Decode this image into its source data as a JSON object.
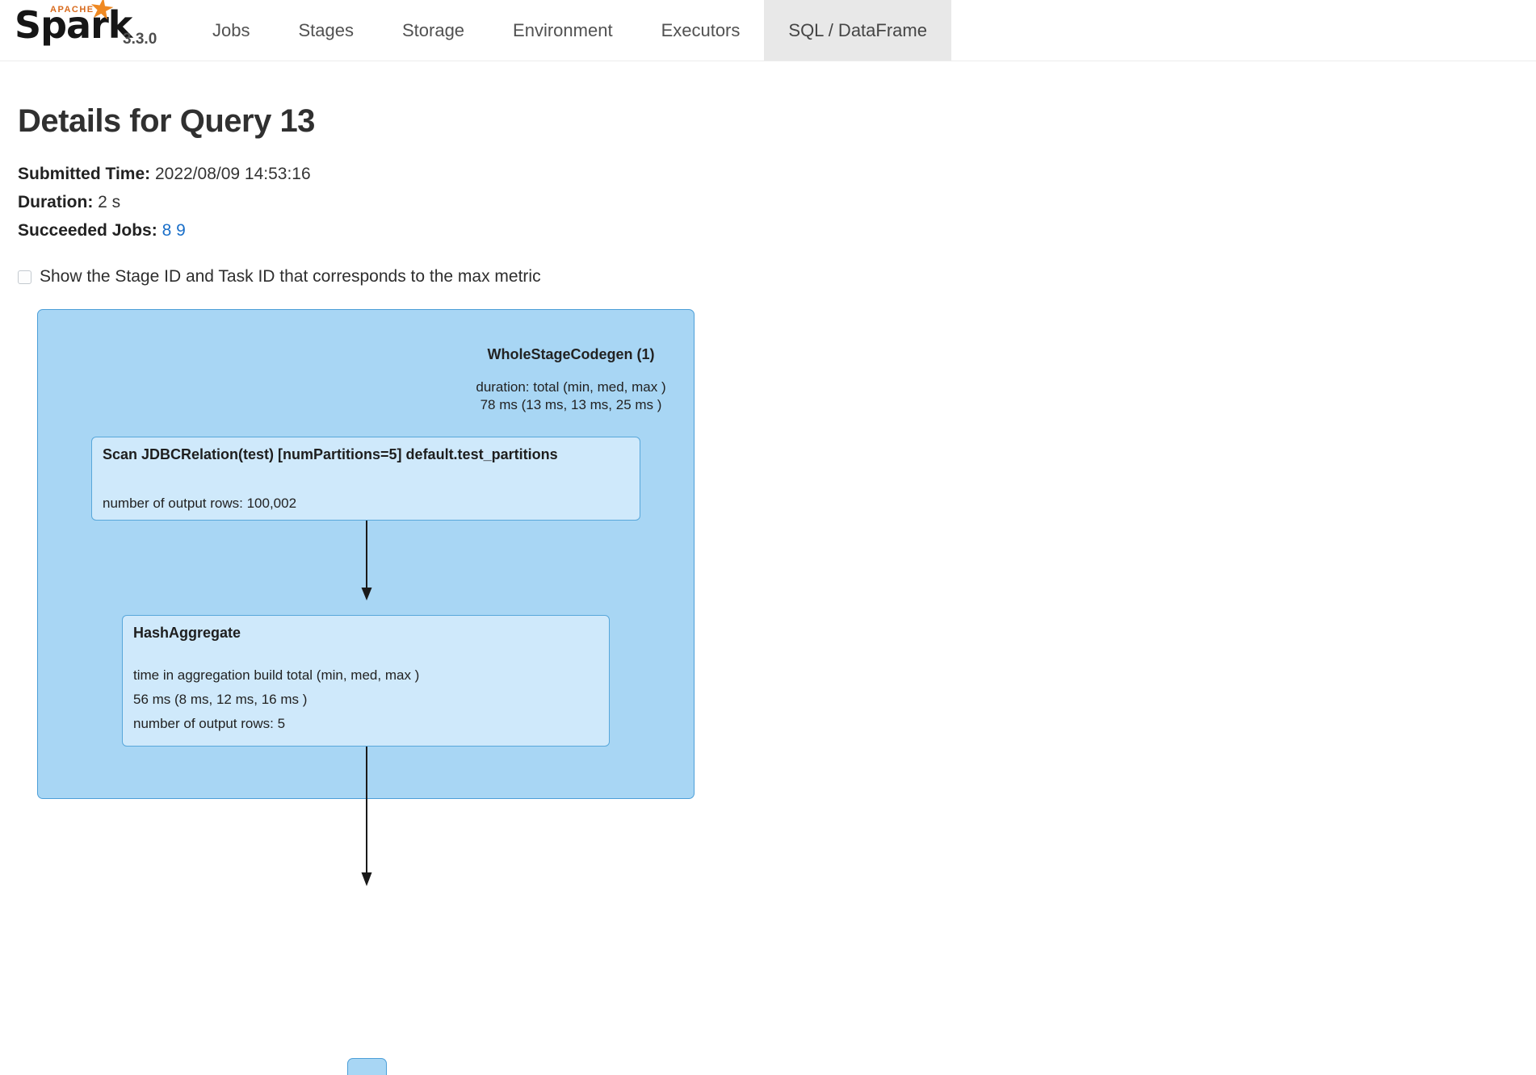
{
  "navbar": {
    "apache": "APACHE",
    "spark": "Spark",
    "star_icon": "spark-star-icon",
    "version": "3.3.0",
    "tabs": [
      "Jobs",
      "Stages",
      "Storage",
      "Environment",
      "Executors",
      "SQL / DataFrame"
    ],
    "active_tab": "SQL / DataFrame"
  },
  "page": {
    "title": "Details for Query 13",
    "meta": {
      "submitted_label": "Submitted Time:",
      "submitted_value": "2022/08/09 14:53:16",
      "duration_label": "Duration:",
      "duration_value": "2 s",
      "jobs_label": "Succeeded Jobs:",
      "job_links": [
        "8",
        "9"
      ]
    },
    "checkbox_label": "Show the Stage ID and Task ID that corresponds to the max metric",
    "checkbox_checked": false
  },
  "dag": {
    "cluster": {
      "title": "WholeStageCodegen (1)",
      "metrics": [
        "duration: total (min, med, max )",
        "78 ms (13 ms, 13 ms, 25 ms )"
      ]
    },
    "nodes": [
      {
        "title": "Scan JDBCRelation(test) [numPartitions=5] default.test_partitions",
        "metrics": [
          "number of output rows: 100,002"
        ]
      },
      {
        "title": "HashAggregate",
        "metrics": [
          "time in aggregation build total (min, med, max )",
          "56 ms (8 ms, 12 ms, 16 ms )",
          "number of output rows: 5"
        ]
      }
    ]
  },
  "colors": {
    "link": "#1a6fc9",
    "active_tab_bg": "#e8e8e8",
    "cluster_fill": "#a8d6f4",
    "cluster_border": "#4d9fd8",
    "node_fill": "#cfe9fb",
    "node_border": "#58a7da",
    "spark_orange": "#ef8922",
    "arrow": "#1a1a1a"
  }
}
